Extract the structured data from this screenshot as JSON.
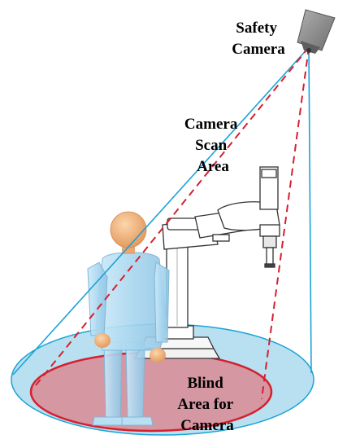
{
  "labels": {
    "safety_camera": [
      "Safety",
      "Camera"
    ],
    "scan_area": [
      "Camera",
      "Scan",
      "Area"
    ],
    "blind_area": [
      "Blind",
      "Area for",
      "Camera"
    ]
  },
  "colors": {
    "scan_ellipse_fill": "#a8d8ee",
    "scan_ellipse_stroke": "#1aa3d6",
    "blind_ellipse_fill": "#d98a94",
    "blind_ellipse_stroke": "#d4202f",
    "scan_line": "#1aa3d6",
    "blind_line": "#d4202f",
    "camera_body": "#8a8a8a",
    "human_body": "#a9d6ef",
    "human_head": "#f0b27a",
    "robot_line": "#333333"
  },
  "icons": {
    "camera": "camera-icon",
    "human": "human-figure",
    "robot": "scara-robot"
  }
}
